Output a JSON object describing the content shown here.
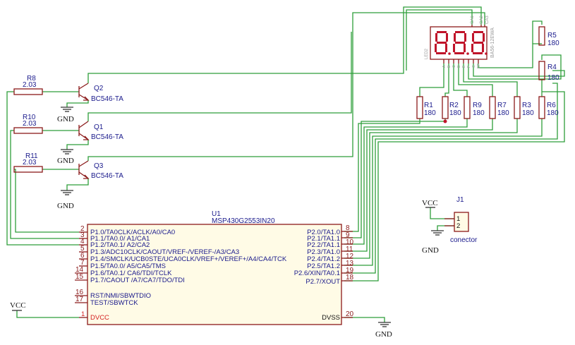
{
  "power": {
    "vcc": "VCC",
    "gnd": "GND"
  },
  "transistors": [
    {
      "ref": "Q2",
      "value": "BC546-TA"
    },
    {
      "ref": "Q1",
      "value": "BC546-TA"
    },
    {
      "ref": "Q3",
      "value": "BC546-TA"
    }
  ],
  "base_resistors": [
    {
      "ref": "R8",
      "value": "2.03"
    },
    {
      "ref": "R10",
      "value": "2.03"
    },
    {
      "ref": "R11",
      "value": "2.03"
    }
  ],
  "segment_resistors": [
    {
      "ref": "R1",
      "value": "180"
    },
    {
      "ref": "R2",
      "value": "180"
    },
    {
      "ref": "R9",
      "value": "180"
    },
    {
      "ref": "R7",
      "value": "180"
    },
    {
      "ref": "R3",
      "value": "180"
    },
    {
      "ref": "R6",
      "value": "180"
    }
  ],
  "side_resistors": [
    {
      "ref": "R5",
      "value": "180"
    },
    {
      "ref": "R4",
      "value": "180"
    }
  ],
  "display": {
    "ref": "LED2",
    "part": "BA56-12EWA",
    "common_pins": [
      "CA1",
      "CA2",
      "CA3"
    ],
    "bottom_pins": [
      "A",
      "B",
      "C",
      "D",
      "E",
      "F",
      "G",
      "DP"
    ]
  },
  "connector": {
    "ref": "J1",
    "value": "conector",
    "pins": [
      "1",
      "2"
    ]
  },
  "mcu": {
    "ref": "U1",
    "part": "MSP430G2553IN20",
    "left_pins": [
      {
        "num": "2",
        "name": "P1.0/TA0CLK/ACLK/A0/CA0"
      },
      {
        "num": "3",
        "name": "P1.1/TA0.0/ A1/CA1"
      },
      {
        "num": "4",
        "name": "P1.2/TA0.1/ A2/CA2"
      },
      {
        "num": "5",
        "name": "P1.3/ADC10CLK/CAOUT/VREF-/VEREF-/A3/CA3"
      },
      {
        "num": "6",
        "name": "P1.4/SMCLK/UCB0STE/UCA0CLK/VREF+/VEREF+/A4/CA4/TCK"
      },
      {
        "num": "7",
        "name": "P1.5/TA0.0/ A5/CA5/TMS"
      },
      {
        "num": "14",
        "name": "P1.6/TA0.1/ CA6/TDI/TCLK"
      },
      {
        "num": "15",
        "name": "P1.7/CAOUT /A7/CA7/TDO/TDI"
      },
      {
        "num": "16",
        "name": "RST/NMI/SBWTDIO"
      },
      {
        "num": "17",
        "name": "TEST/SBWTCK"
      }
    ],
    "vcc_pin": {
      "num": "1",
      "name": "DVCC"
    },
    "right_pins": [
      {
        "num": "8",
        "name": "P2.0/TA1.0"
      },
      {
        "num": "9",
        "name": "P2.1/TA1.1"
      },
      {
        "num": "10",
        "name": "P2.2/TA1.1"
      },
      {
        "num": "11",
        "name": "P2.3/TA1.0"
      },
      {
        "num": "12",
        "name": "P2.4/TA1.2"
      },
      {
        "num": "13",
        "name": "P2.5/TA1.2"
      },
      {
        "num": "19",
        "name": "P2.6/XIN/TA0.1"
      },
      {
        "num": "18",
        "name": "P2.7/XOUT"
      }
    ],
    "gnd_pin": {
      "num": "20",
      "name": "DVSS"
    }
  }
}
